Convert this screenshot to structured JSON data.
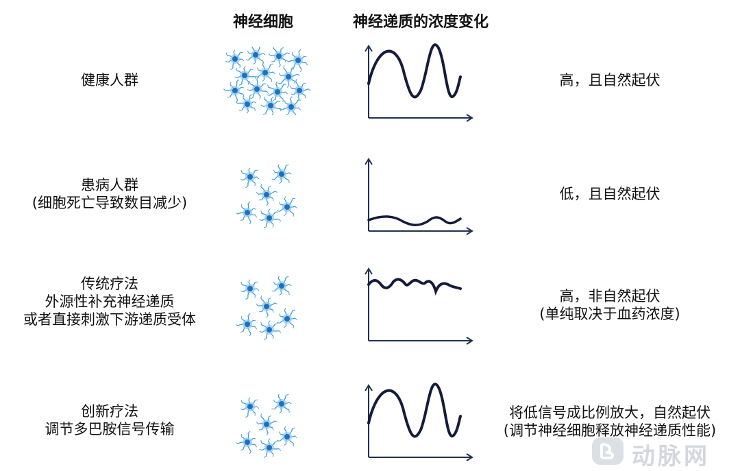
{
  "headers": {
    "cells": "神经细胞",
    "curves": "神经递质的浓度变化"
  },
  "rows": [
    {
      "label": [
        "健康人群"
      ],
      "result": [
        "高，且自然起伏"
      ]
    },
    {
      "label": [
        "患病人群",
        "(细胞死亡导致数目减少)"
      ],
      "result": [
        "低，且自然起伏"
      ]
    },
    {
      "label": [
        "传统疗法",
        "外源性补充神经递质",
        "或者直接刺激下游递质受体"
      ],
      "result": [
        "高，非自然起伏",
        "(单纯取决于血药浓度)"
      ]
    },
    {
      "label": [
        "创新疗法",
        "调节多巴胺信号传输"
      ],
      "result": [
        "将低信号成比例放大，自然起伏",
        "(调节神经细胞释放神经递质性能)"
      ]
    }
  ],
  "colors": {
    "axis": "#1f3050",
    "curve": "#141c3a",
    "cell_core": "#1e6fbf",
    "cell_glow": "#8cc8ee",
    "cell_dendrite": "#3a9cd8"
  },
  "watermark": {
    "text": "动脉网",
    "icon": "logo-icon"
  }
}
